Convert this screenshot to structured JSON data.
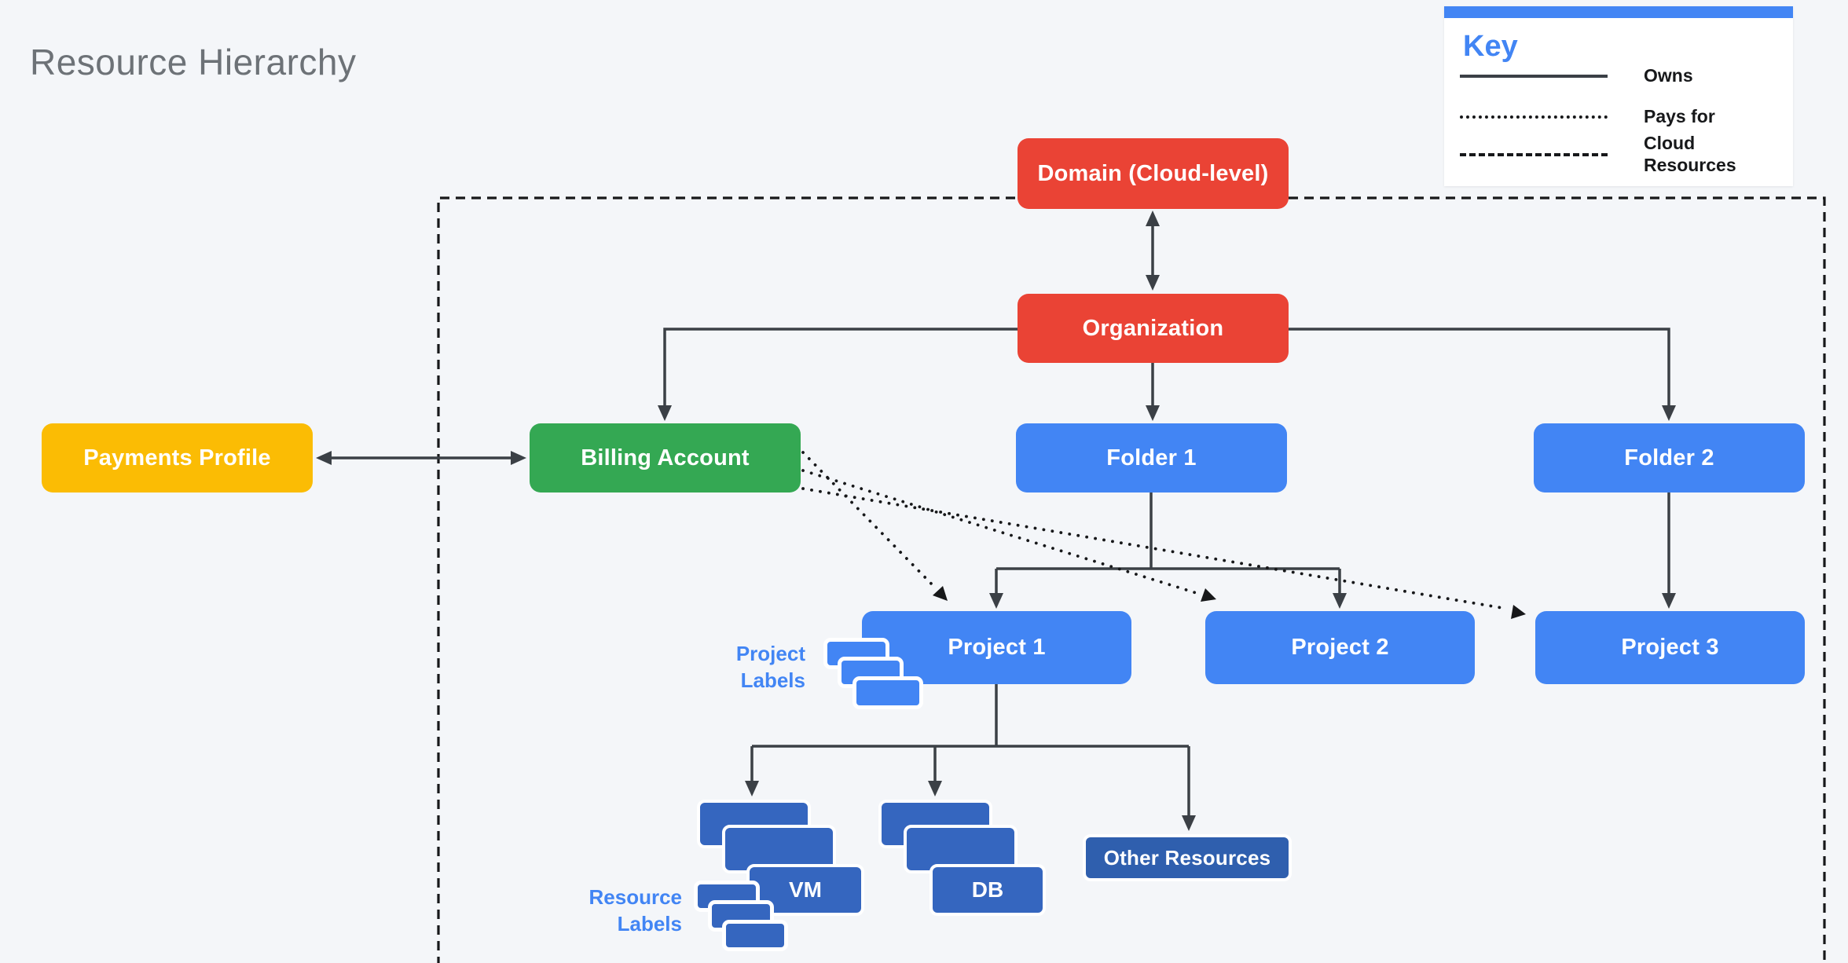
{
  "title": "Resource Hierarchy",
  "key": {
    "title": "Key",
    "items": [
      {
        "label": "Owns",
        "line_style": "solid"
      },
      {
        "label": "Pays for",
        "line_style": "dotted"
      },
      {
        "label": "Cloud Resources",
        "line_style": "dashed"
      }
    ]
  },
  "nodes": {
    "domain": {
      "label": "Domain (Cloud-level)",
      "color": "#EA4335"
    },
    "organization": {
      "label": "Organization",
      "color": "#EA4335"
    },
    "payments_profile": {
      "label": "Payments Profile",
      "color": "#FBBC04"
    },
    "billing_account": {
      "label": "Billing Account",
      "color": "#34A853"
    },
    "folder1": {
      "label": "Folder 1",
      "color": "#4285F4"
    },
    "folder2": {
      "label": "Folder 2",
      "color": "#4285F4"
    },
    "project1": {
      "label": "Project 1",
      "color": "#4285F4"
    },
    "project2": {
      "label": "Project 2",
      "color": "#4285F4"
    },
    "project3": {
      "label": "Project 3",
      "color": "#4285F4"
    },
    "vm": {
      "label": "VM",
      "color": "#3566BF"
    },
    "db": {
      "label": "DB",
      "color": "#3566BF"
    },
    "other_resources": {
      "label": "Other Resources",
      "color": "#2F5FAE"
    }
  },
  "annotations": {
    "project_labels": "Project Labels",
    "resource_labels": "Resource Labels"
  },
  "edge_colors": {
    "solid_arrow": "#3B4046",
    "dotted_arrow": "#17181A",
    "dashed_boundary": "#17181A"
  }
}
